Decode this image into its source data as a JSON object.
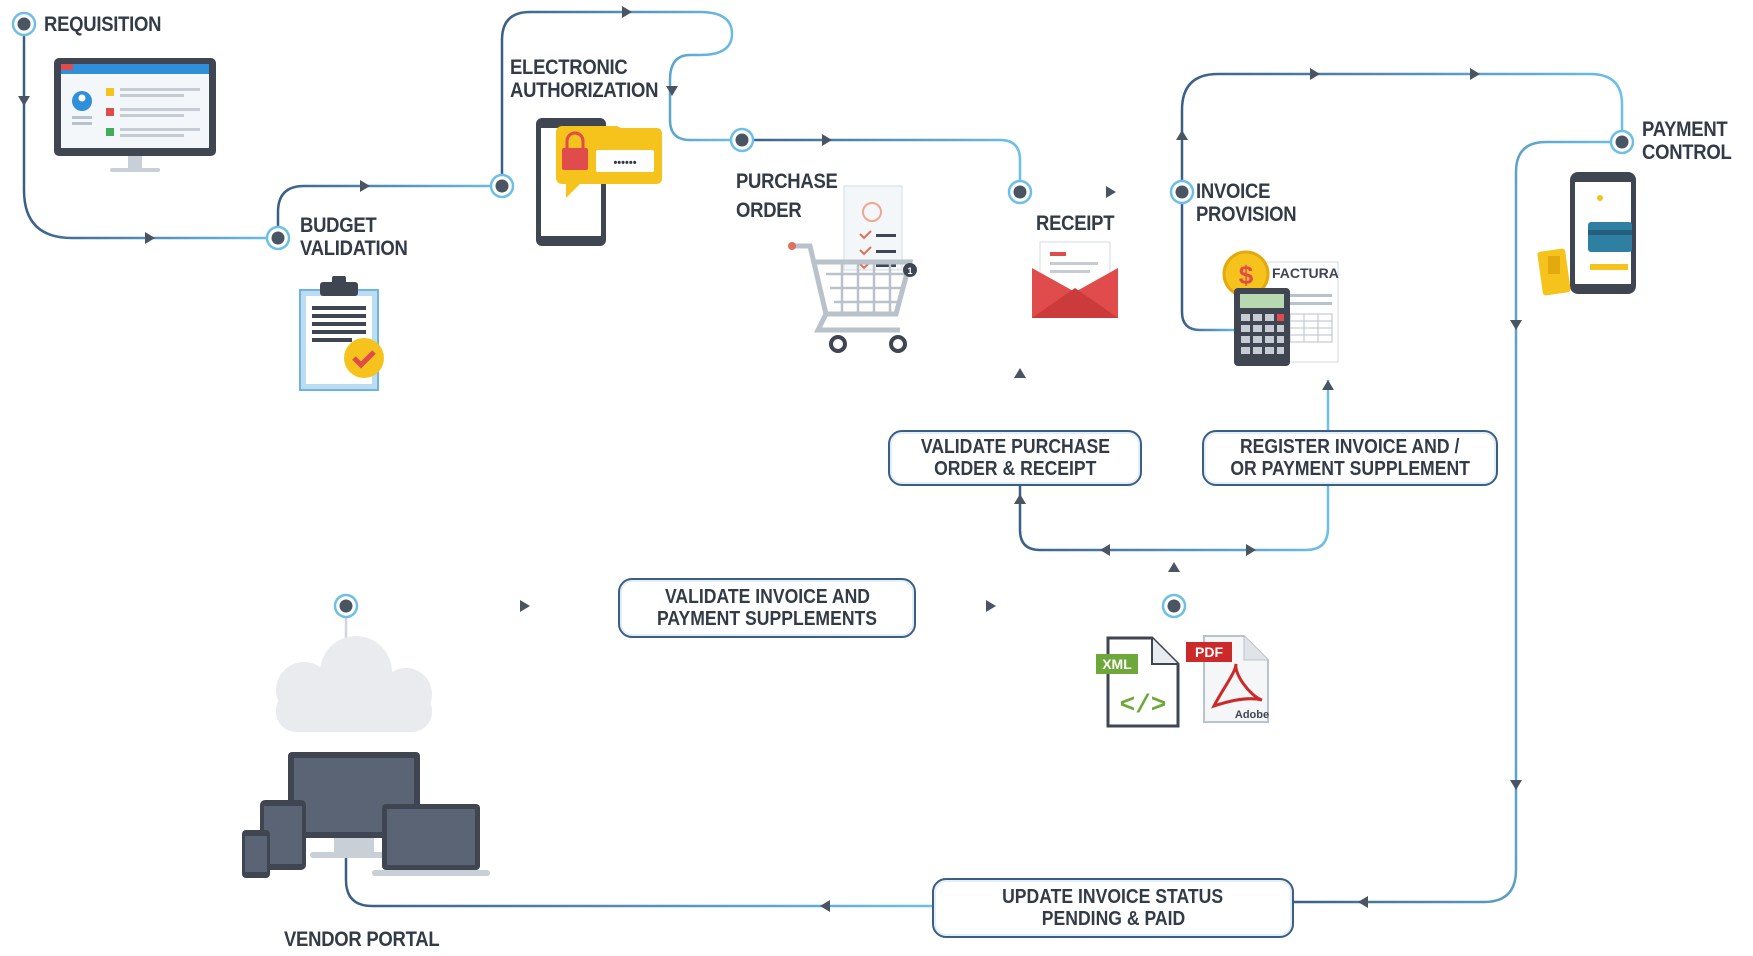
{
  "steps": {
    "requisition": "REQUISITION",
    "budget_validation": [
      "BUDGET",
      "VALIDATION"
    ],
    "electronic_authorization": [
      "ELECTRONIC",
      "AUTHORIZATION"
    ],
    "purchase_order": [
      "PURCHASE",
      "ORDER"
    ],
    "receipt": "RECEIPT",
    "invoice_provision": [
      "INVOICE",
      "PROVISION"
    ],
    "payment_control": [
      "PAYMENT",
      "CONTROL"
    ],
    "vendor_portal": "VENDOR PORTAL"
  },
  "actions": {
    "validate_po_receipt": [
      "VALIDATE PURCHASE",
      "ORDER & RECEIPT"
    ],
    "register_invoice": [
      "REGISTER INVOICE AND /",
      "OR PAYMENT SUPPLEMENT"
    ],
    "validate_invoice": [
      "VALIDATE INVOICE AND",
      "PAYMENT SUPPLEMENTS"
    ],
    "update_status": [
      "UPDATE INVOICE STATUS",
      "PENDING & PAID"
    ]
  },
  "icon_text": {
    "factura": "FACTURA",
    "xml": "XML",
    "pdf": "PDF",
    "adobe": "Adobe",
    "password": "••••••",
    "cart_badge": "1"
  },
  "icons": [
    "monitor-icon",
    "clipboard-check-icon",
    "phone-lock-icon",
    "shopping-cart-icon",
    "envelope-icon",
    "calculator-invoice-icon",
    "phone-card-icon",
    "xml-file-icon",
    "pdf-file-icon",
    "cloud-icon",
    "devices-icon"
  ],
  "colors": {
    "line_dark": "#3a5f86",
    "line_light": "#6cc0e8",
    "node": "#4a5563",
    "accent_yellow": "#f6c21c",
    "accent_red": "#e04b4b",
    "text": "#333b47"
  }
}
